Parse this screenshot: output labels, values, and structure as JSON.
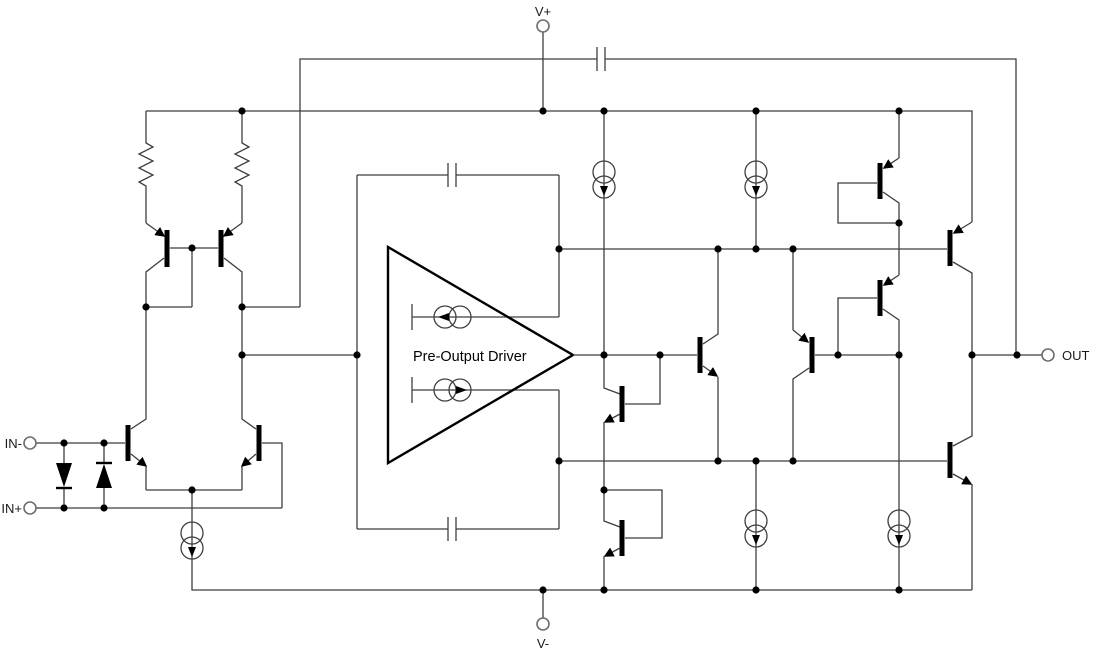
{
  "schematic": {
    "labels": {
      "v_plus": "V+",
      "v_minus": "V-",
      "in_minus": "IN-",
      "in_plus": "IN+",
      "out": "OUT",
      "driver_block": "Pre-Output Driver"
    },
    "terminals": [
      "V+",
      "V-",
      "IN-",
      "IN+",
      "OUT"
    ],
    "inventory": {
      "transistors": 12,
      "diodes": 2,
      "resistors": 2,
      "capacitors": 3,
      "current_sources": 7
    },
    "colors": {
      "background": "#ffffff",
      "wire": "#3f3f3f",
      "device": "#000000",
      "terminal_ring": "#6e6e6e"
    }
  }
}
